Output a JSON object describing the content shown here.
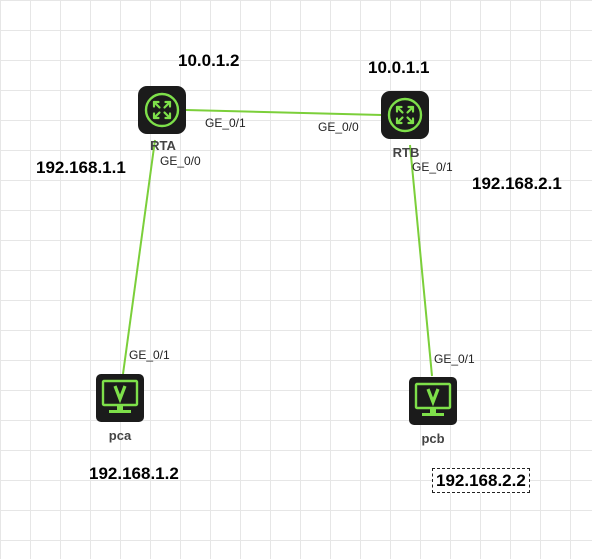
{
  "colors": {
    "link": "#7bcf3a",
    "device_bg": "#1b1b1b",
    "device_accent": "#7ee04a",
    "grid": "#e6e6e6"
  },
  "devices": {
    "rta": {
      "name": "RTA",
      "icon": "router-icon"
    },
    "rtb": {
      "name": "RTB",
      "icon": "router-icon"
    },
    "pca": {
      "name": "pca",
      "icon": "pc-monitor-icon"
    },
    "pcb": {
      "name": "pcb",
      "icon": "pc-monitor-icon"
    }
  },
  "ports": {
    "rta_ge01": "GE_0/1",
    "rtb_ge00": "GE_0/0",
    "rta_ge00": "GE_0/0",
    "rtb_ge01": "GE_0/1",
    "pca_ge01": "GE_0/1",
    "pcb_ge01": "GE_0/1"
  },
  "ips": {
    "rta_wan": "10.0.1.2",
    "rtb_wan": "10.0.1.1",
    "rta_lan": "192.168.1.1",
    "rtb_lan": "192.168.2.1",
    "pca": "192.168.1.2",
    "pcb": "192.168.2.2"
  }
}
